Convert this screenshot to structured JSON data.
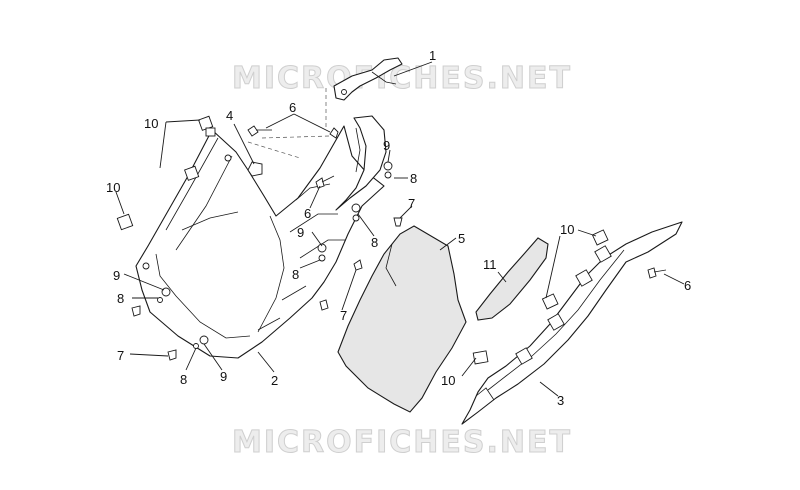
{
  "watermark": {
    "text": "MICROFICHES.NET"
  },
  "callouts": [
    {
      "id": "c1",
      "label": "1"
    },
    {
      "id": "c2",
      "label": "2"
    },
    {
      "id": "c3",
      "label": "3"
    },
    {
      "id": "c4",
      "label": "4"
    },
    {
      "id": "c5",
      "label": "5"
    },
    {
      "id": "c6a",
      "label": "6"
    },
    {
      "id": "c6b",
      "label": "6"
    },
    {
      "id": "c6c",
      "label": "6"
    },
    {
      "id": "c7a",
      "label": "7"
    },
    {
      "id": "c7b",
      "label": "7"
    },
    {
      "id": "c7c",
      "label": "7"
    },
    {
      "id": "c8a",
      "label": "8"
    },
    {
      "id": "c8b",
      "label": "8"
    },
    {
      "id": "c8c",
      "label": "8"
    },
    {
      "id": "c8d",
      "label": "8"
    },
    {
      "id": "c8e",
      "label": "8"
    },
    {
      "id": "c9a",
      "label": "9"
    },
    {
      "id": "c9b",
      "label": "9"
    },
    {
      "id": "c9c",
      "label": "9"
    },
    {
      "id": "c9d",
      "label": "9"
    },
    {
      "id": "c10a",
      "label": "10"
    },
    {
      "id": "c10b",
      "label": "10"
    },
    {
      "id": "c10c",
      "label": "10"
    },
    {
      "id": "c10d",
      "label": "10"
    },
    {
      "id": "c11",
      "label": "11"
    }
  ]
}
